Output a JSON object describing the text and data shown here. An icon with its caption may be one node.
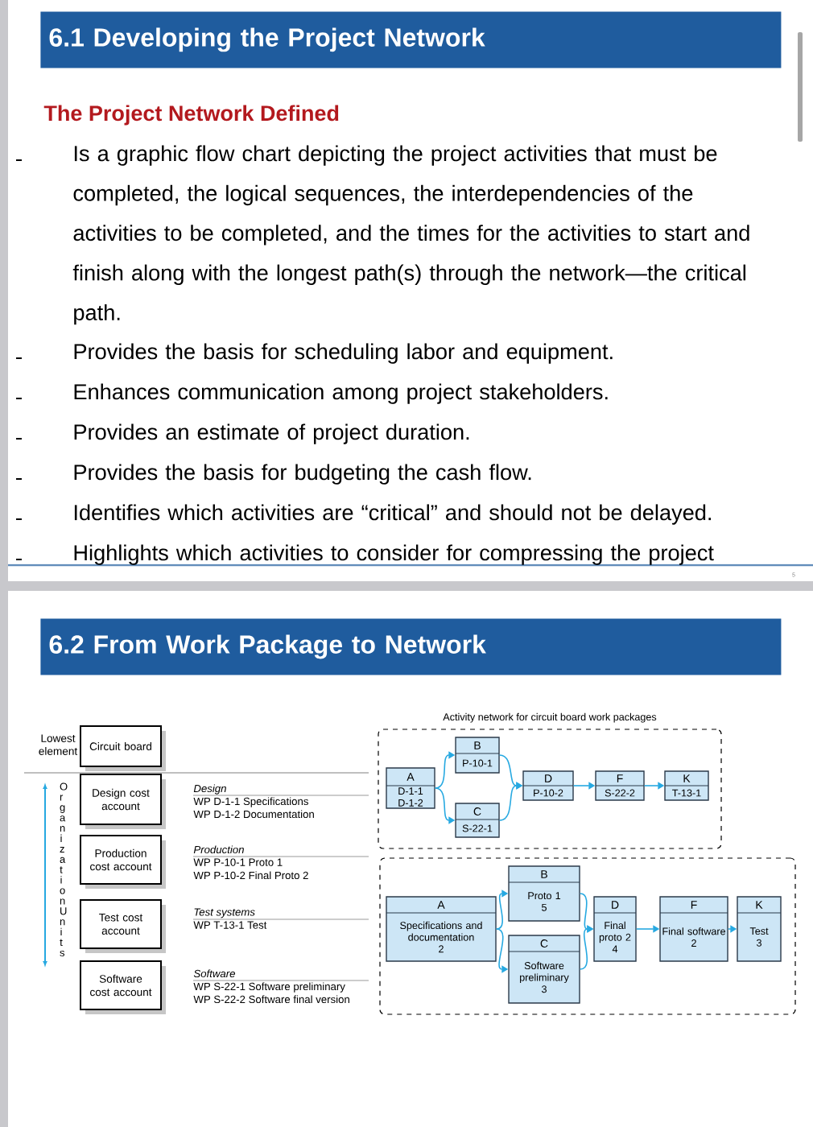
{
  "diagram": {
    "nodes": [
      {
        "text": [
          "6.1 Developing the Project Network"
        ]
      },
      {
        "text": [
          "6.2 From Work Package to Network"
        ]
      },
      {
        "text": [
          "Circuit board"
        ]
      },
      {
        "text": [
          "Design cost account"
        ]
      },
      {
        "text": [
          "Production cost account"
        ]
      },
      {
        "text": [
          "Test cost account"
        ]
      },
      {
        "text": [
          "Software cost account"
        ]
      },
      {
        "text": [
          "Activity network for circuit board work packages"
        ]
      },
      {
        "text": [
          "A",
          "D-1-1 D-1-2"
        ],
        "in": 7
      },
      {
        "text": [
          "B",
          "P-10-1"
        ],
        "in": 7
      },
      {
        "text": [
          "C",
          "S-22-1"
        ],
        "in": 7
      },
      {
        "text": [
          "D",
          "P-10-2"
        ],
        "in": 7
      },
      {
        "text": [
          "F",
          "S-22-2"
        ],
        "in": 7
      },
      {
        "text": [
          "K",
          "T-13-1"
        ],
        "in": 7
      },
      {
        "text": [],
        "shape": "box"
      },
      {
        "text": [
          "A",
          "Specifications and documentation",
          "2"
        ],
        "in": 14
      },
      {
        "text": [
          "B",
          "Proto 1",
          "5"
        ],
        "in": 14
      },
      {
        "text": [
          "C",
          "Software preliminary",
          "3"
        ],
        "in": 14
      },
      {
        "text": [
          "D",
          "Final proto 2",
          "4"
        ],
        "in": 14
      },
      {
        "text": [
          "F",
          "Final software",
          "2"
        ],
        "in": 14
      },
      {
        "text": [
          "K",
          "Test",
          "3"
        ],
        "in": 14
      }
    ],
    "edges": [
      {
        "from": 8,
        "to": 9,
        "arrow": "to"
      },
      {
        "from": 8,
        "to": 10,
        "arrow": "to"
      },
      {
        "from": 9,
        "to": 11,
        "arrow": "to"
      },
      {
        "from": 10,
        "to": 11,
        "arrow": "to"
      },
      {
        "from": 11,
        "to": 12,
        "arrow": "to"
      },
      {
        "from": 12,
        "to": 13,
        "arrow": "to"
      },
      {
        "from": 15,
        "to": 16,
        "arrow": "to"
      },
      {
        "from": 15,
        "to": 17,
        "arrow": "to"
      },
      {
        "from": 16,
        "to": 18,
        "arrow": "to"
      },
      {
        "from": 17,
        "to": 18,
        "arrow": "to"
      },
      {
        "from": 18,
        "to": 19,
        "arrow": "to"
      },
      {
        "from": 19,
        "to": 20,
        "arrow": "to"
      }
    ],
    "labels": [
      "The Project Network Defined",
      "Is a graphic flow chart depicting the project activities that must be completed, the logical sequences, the interdependencies of the activities to be completed, and the times for the activities to start and finish along with the longest path(s) through the network—the critical path.",
      "Provides the basis for scheduling labor and equipment.",
      "Enhances communication among project stakeholders.",
      "Provides an estimate of project duration.",
      "Provides the basis for budgeting the cash flow.",
      "Identifies which activities are “critical” and should not be delayed.",
      "Highlights which activities to consider for compressing the project",
      "5",
      "Lowest element",
      "Organization Units",
      "Design",
      "WP D-1-1 Specifications",
      "WP D-1-2 Documentation",
      "Production",
      "WP P-10-1 Proto 1",
      "WP P-10-2 Final Proto 2",
      "Test systems",
      "WP T-13-1 Test",
      "Software",
      "WP S-22-1 Software preliminary",
      "WP S-22-2 Software final version"
    ]
  }
}
